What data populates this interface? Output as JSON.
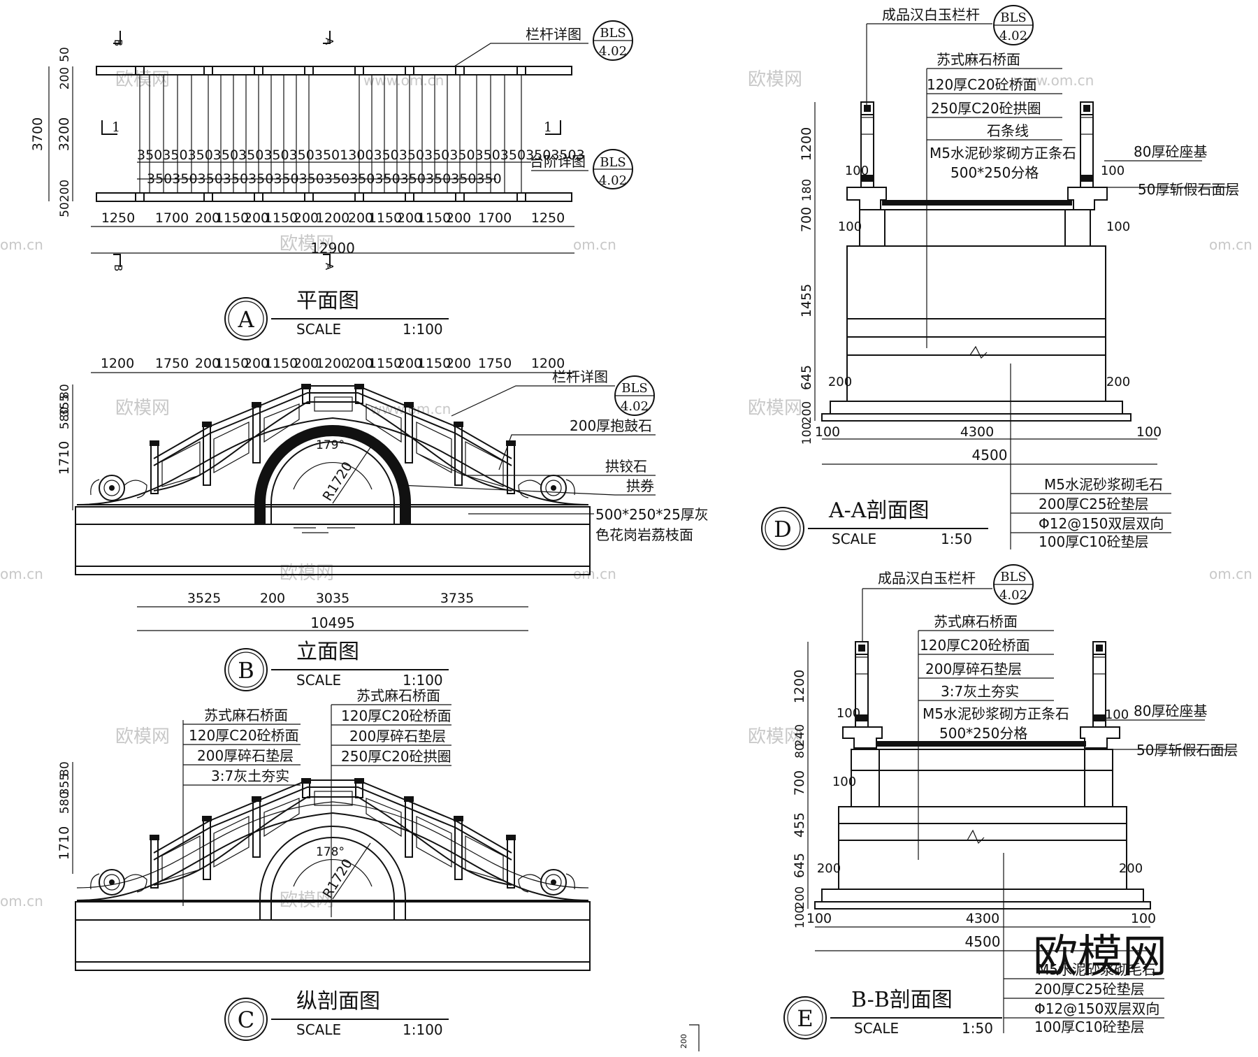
{
  "plan": {
    "marker": "A",
    "title": "平面图",
    "scale_label": "SCALE",
    "scale_value": "1:100",
    "callout_railing": "栏杆详图",
    "callout_steps": "台阶详图",
    "ref_top": "BLS",
    "ref_bottom": "4.02",
    "section_b": "B",
    "section_a": "A",
    "section_1": "1",
    "dim_left": [
      "3700",
      "200",
      "50",
      "3200",
      "50",
      "200"
    ],
    "dim_top_run": "35035035035035035035035013003503503503503503503503503",
    "dim_mid_run": "350350350350350350350350350350350350350350",
    "dim_bottom": [
      "1250",
      "1700",
      "200",
      "1150",
      "200",
      "1150",
      "200",
      "1200",
      "200",
      "1150",
      "200",
      "1150",
      "200",
      "1700",
      "1250"
    ],
    "dim_total": "12900"
  },
  "elevation": {
    "marker": "B",
    "title": "立面图",
    "scale_label": "SCALE",
    "scale_value": "1:100",
    "dim_top": [
      "1200",
      "1750",
      "200",
      "1150",
      "200",
      "1150",
      "200",
      "1200",
      "200",
      "1150",
      "200",
      "1150",
      "200",
      "1750",
      "1200"
    ],
    "dim_left": [
      "80",
      "355",
      "580",
      "1710"
    ],
    "radius": "R1720",
    "angle": "179°",
    "callouts": [
      "栏杆详图",
      "200厚抱鼓石",
      "拱铰石",
      "拱券",
      "500*250*25厚灰",
      "色花岗岩荔枝面"
    ],
    "ref_top": "BLS",
    "ref_bottom": "4.02",
    "dim_bottom": [
      "3525",
      "200",
      "3035",
      "3735"
    ],
    "dim_total": "10495"
  },
  "longitudinal": {
    "marker": "C",
    "title": "纵剖面图",
    "scale_label": "SCALE",
    "scale_value": "1:100",
    "dim_left": [
      "80",
      "355",
      "580",
      "1710"
    ],
    "radius": "R1720",
    "angle": "178°",
    "layers_left": [
      "苏式麻石桥面",
      "120厚C20砼桥面",
      "200厚碎石垫层",
      "3:7灰土夯实"
    ],
    "layers_right": [
      "苏式麻石桥面",
      "120厚C20砼桥面",
      "200厚碎石垫层",
      "250厚C20砼拱圈"
    ]
  },
  "section_aa": {
    "marker": "D",
    "title": "A-A剖面图",
    "scale_label": "SCALE",
    "scale_value": "1:50",
    "railing_label": "成品汉白玉栏杆",
    "ref_top": "BLS",
    "ref_bottom": "4.02",
    "layers": [
      "苏式麻石桥面",
      "120厚C20砼桥面",
      "250厚C20砼拱圈",
      "石条线",
      "M5水泥砂浆砌方正条石",
      "500*250分格"
    ],
    "right_labels": [
      "80厚砼座基",
      "50厚斩假石面层"
    ],
    "dim_left": [
      "1200",
      "100",
      "180",
      "700",
      "1455",
      "645",
      "200",
      "100"
    ],
    "dim_bottom": [
      "100",
      "4300",
      "100"
    ],
    "dim_total": "4500",
    "foundation": [
      "M5水泥砂浆砌毛石",
      "200厚C25砼垫层",
      "Φ12@150双层双向",
      "100厚C10砼垫层"
    ]
  },
  "section_bb": {
    "marker": "E",
    "title": "B-B剖面图",
    "scale_label": "SCALE",
    "scale_value": "1:50",
    "railing_label": "成品汉白玉栏杆",
    "ref_top": "BLS",
    "ref_bottom": "4.02",
    "layers": [
      "苏式麻石桥面",
      "120厚C20砼桥面",
      "200厚碎石垫层",
      "3:7灰土夯实",
      "M5水泥砂浆砌方正条石",
      "500*250分格"
    ],
    "right_labels": [
      "80厚砼座基",
      "50厚斩假石面层"
    ],
    "dim_left": [
      "1200",
      "100",
      "240",
      "80",
      "700",
      "455",
      "645",
      "200",
      "100"
    ],
    "dim_bottom": [
      "100",
      "4300",
      "100"
    ],
    "dim_total": "4500",
    "foundation": [
      "M5水泥砂浆砌毛石",
      "200厚C25砼垫层",
      "Φ12@150双层双向",
      "100厚C10砼垫层"
    ]
  },
  "watermark": {
    "site": "www.om.cn",
    "short": "om.cn",
    "brand": "欧模网"
  },
  "tiny_mark": "200"
}
